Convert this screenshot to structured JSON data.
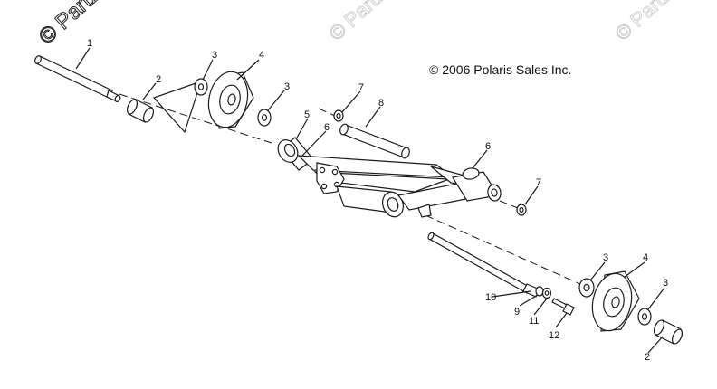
{
  "copyright": "© 2006 Polaris Sales Inc.",
  "watermarks": [
    "© Partzilla",
    "© Partzilla",
    "© Partzilla"
  ],
  "callouts": [
    "1",
    "2",
    "3",
    "4",
    "3",
    "5",
    "6",
    "6",
    "7",
    "8",
    "7",
    "3",
    "4",
    "3",
    "2",
    "10",
    "9",
    "11",
    "12"
  ]
}
